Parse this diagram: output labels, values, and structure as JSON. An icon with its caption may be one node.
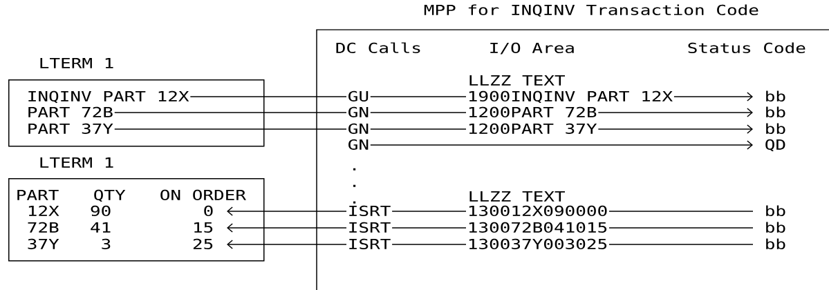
{
  "diagram": {
    "nodes": [
      {
        "text": [
          "LTERM 1"
        ]
      },
      {
        "text": [
          "INQINV PART 12X"
        ],
        "in": 0
      },
      {
        "text": [
          "PART 72B"
        ],
        "in": 0
      },
      {
        "text": [
          "PART 37Y"
        ],
        "in": 0
      },
      {
        "text": [
          "LTERM 1"
        ]
      },
      {
        "text": [
          "0"
        ],
        "in": 4
      },
      {
        "text": [
          "15"
        ],
        "in": 4
      },
      {
        "text": [
          "25"
        ],
        "in": 4
      },
      {
        "text": [
          "MPP for INQINV Transaction Code"
        ]
      },
      {
        "text": [
          "GU"
        ],
        "in": 8
      },
      {
        "text": [
          "GN"
        ],
        "in": 8
      },
      {
        "text": [
          "GN"
        ],
        "in": 8
      },
      {
        "text": [
          "GN"
        ],
        "in": 8
      },
      {
        "text": [
          "ISRT"
        ],
        "in": 8
      },
      {
        "text": [
          "ISRT"
        ],
        "in": 8
      },
      {
        "text": [
          "ISRT"
        ],
        "in": 8
      },
      {
        "text": [
          "1900INQINV PART 12X"
        ],
        "in": 8
      },
      {
        "text": [
          "1200PART 72B"
        ],
        "in": 8
      },
      {
        "text": [
          "1200PART 37Y"
        ],
        "in": 8
      },
      {
        "text": [
          "130012X090000"
        ],
        "in": 8
      },
      {
        "text": [
          "130072B041015"
        ],
        "in": 8
      },
      {
        "text": [
          "130037Y003025"
        ],
        "in": 8
      },
      {
        "text": [
          "bb"
        ],
        "in": 8
      },
      {
        "text": [
          "bb"
        ],
        "in": 8
      },
      {
        "text": [
          "bb"
        ],
        "in": 8
      },
      {
        "text": [
          "QD"
        ],
        "in": 8
      },
      {
        "text": [
          "bb"
        ],
        "in": 8
      },
      {
        "text": [
          "bb"
        ],
        "in": 8
      },
      {
        "text": [
          "bb"
        ],
        "in": 8
      }
    ],
    "edges": [
      {
        "from": 1,
        "to": 9,
        "arrow": "none"
      },
      {
        "from": 2,
        "to": 10,
        "arrow": "none"
      },
      {
        "from": 3,
        "to": 11,
        "arrow": "none"
      },
      {
        "from": 9,
        "to": 16,
        "arrow": "none"
      },
      {
        "from": 10,
        "to": 17,
        "arrow": "none"
      },
      {
        "from": 11,
        "to": 18,
        "arrow": "none"
      },
      {
        "from": 16,
        "to": 22,
        "arrow": "to"
      },
      {
        "from": 17,
        "to": 23,
        "arrow": "to"
      },
      {
        "from": 18,
        "to": 24,
        "arrow": "to"
      },
      {
        "from": 12,
        "to": 25,
        "arrow": "to"
      },
      {
        "from": 13,
        "to": 5,
        "arrow": "to"
      },
      {
        "from": 14,
        "to": 6,
        "arrow": "to"
      },
      {
        "from": 15,
        "to": 7,
        "arrow": "to"
      },
      {
        "from": 13,
        "to": 19,
        "arrow": "none"
      },
      {
        "from": 14,
        "to": 20,
        "arrow": "none"
      },
      {
        "from": 15,
        "to": 21,
        "arrow": "none"
      },
      {
        "from": 19,
        "to": 26,
        "arrow": "none"
      },
      {
        "from": 20,
        "to": 27,
        "arrow": "none"
      },
      {
        "from": 21,
        "to": 28,
        "arrow": "none"
      }
    ],
    "labels": [
      "DC Calls",
      "I/O Area",
      "Status Code",
      "LLZZ TEXT",
      ".",
      ".",
      "PART",
      "QTY",
      "ON ORDER",
      "LLZZ TEXT",
      ".",
      "12X",
      "90",
      "72B",
      "41",
      "37Y",
      "3"
    ]
  }
}
